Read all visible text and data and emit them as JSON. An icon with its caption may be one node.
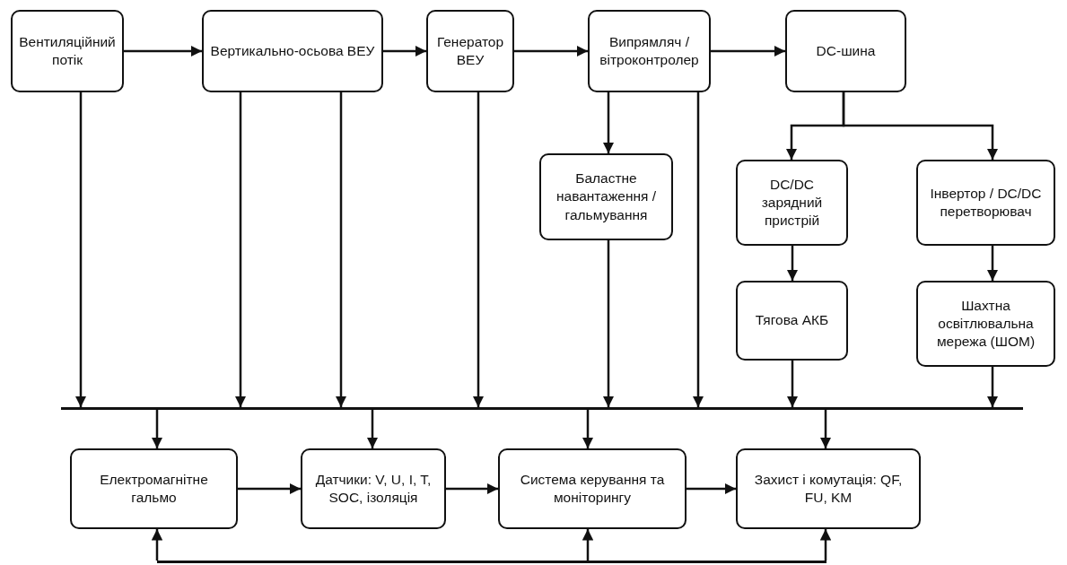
{
  "diagram": {
    "nodes": [
      {
        "text": [
          "Вентиляційний потік"
        ]
      },
      {
        "text": [
          "Вертикально-осьова ВЕУ"
        ]
      },
      {
        "text": [
          "Генератор ВЕУ"
        ]
      },
      {
        "text": [
          "Випрямляч / вітроконтролер"
        ]
      },
      {
        "text": [
          "DC-шина"
        ]
      },
      {
        "text": [
          "Баластне навантаження / гальмування"
        ]
      },
      {
        "text": [
          "DC/DC зарядний пристрій"
        ]
      },
      {
        "text": [
          "Інвертор / DC/DC перетворювач"
        ]
      },
      {
        "text": [
          "Тягова АКБ"
        ]
      },
      {
        "text": [
          "Шахтна освітлювальна мережа (ШОМ)"
        ]
      },
      {
        "text": [],
        "shape": "bar"
      },
      {
        "text": [
          "Електромагнітне гальмо"
        ]
      },
      {
        "text": [
          "Датчики: V, U, I, T, SOC, ізоляція"
        ]
      },
      {
        "text": [
          "Система керування та моніторингу"
        ]
      },
      {
        "text": [
          "Захист і комутація: QF, FU, KM"
        ]
      },
      {
        "text": [],
        "shape": "bar"
      }
    ],
    "edges": [
      {
        "from": 0,
        "to": 1,
        "arrow": "to"
      },
      {
        "from": 1,
        "to": 2,
        "arrow": "to"
      },
      {
        "from": 2,
        "to": 3,
        "arrow": "to"
      },
      {
        "from": 3,
        "to": 4,
        "arrow": "to"
      },
      {
        "from": 0,
        "to": 10,
        "arrow": "to"
      },
      {
        "from": 1,
        "to": 10,
        "arrow": "to"
      },
      {
        "from": 1,
        "to": 10,
        "arrow": "to"
      },
      {
        "from": 2,
        "to": 10,
        "arrow": "to"
      },
      {
        "from": 3,
        "to": 5,
        "arrow": "to"
      },
      {
        "from": 3,
        "to": 10,
        "arrow": "to"
      },
      {
        "from": 4,
        "to": 6,
        "arrow": "to"
      },
      {
        "from": 4,
        "to": 7,
        "arrow": "to"
      },
      {
        "from": 5,
        "to": 10,
        "arrow": "to"
      },
      {
        "from": 6,
        "to": 8,
        "arrow": "to"
      },
      {
        "from": 7,
        "to": 9,
        "arrow": "to"
      },
      {
        "from": 8,
        "to": 10,
        "arrow": "to"
      },
      {
        "from": 9,
        "to": 10,
        "arrow": "to"
      },
      {
        "from": 10,
        "to": 11,
        "arrow": "to"
      },
      {
        "from": 10,
        "to": 12,
        "arrow": "to"
      },
      {
        "from": 10,
        "to": 13,
        "arrow": "to"
      },
      {
        "from": 10,
        "to": 14,
        "arrow": "to"
      },
      {
        "from": 11,
        "to": 12,
        "arrow": "to"
      },
      {
        "from": 12,
        "to": 13,
        "arrow": "to"
      },
      {
        "from": 13,
        "to": 14,
        "arrow": "to"
      },
      {
        "from": 15,
        "to": 11,
        "arrow": "to"
      },
      {
        "from": 15,
        "to": 13,
        "arrow": "to"
      },
      {
        "from": 15,
        "to": 14,
        "arrow": "to"
      }
    ]
  }
}
